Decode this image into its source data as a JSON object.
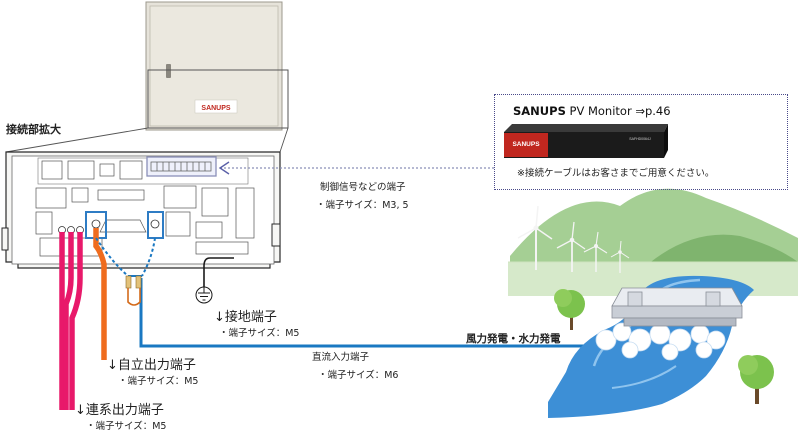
{
  "labels": {
    "zoom_title": "接続部拡大",
    "control_terminal": "制御信号などの端子",
    "control_terminal_size": "・端子サイズ：M3, 5",
    "ground_terminal": "↓接地端子",
    "ground_terminal_size": "・端子サイズ：M5",
    "self_output_terminal": "↓自立出力端子",
    "self_output_size": "・端子サイズ：M5",
    "grid_output_terminal": "↓連系出力端子",
    "grid_output_size": "・端子サイズ：M5",
    "dc_input_terminal": "直流入力端子",
    "dc_input_size": "・端子サイズ：M6",
    "wind_hydro": "風力発電・水力発電"
  },
  "monitor": {
    "brand": "SANUPS",
    "title_rest": " PV Monitor ⇒p.46",
    "cable_note": "※接続ケーブルはお客さまでご用意ください。",
    "device_logo": "SANUPS",
    "device_model": "SAFHD0064J"
  },
  "cabinet": {
    "logo": "SANUPS"
  },
  "colors": {
    "grid_output_cable": "#e8196a",
    "self_output_cable": "#ef6c1e",
    "dc_input_cable": "#1a78c2",
    "highlight_frame": "#2e7cc4",
    "control_dotted_line": "#8a8fb8",
    "ground_cable": "#1a1a1a",
    "monitor_device": "#1b1b1b",
    "monitor_device_accent": "#c0271f"
  }
}
